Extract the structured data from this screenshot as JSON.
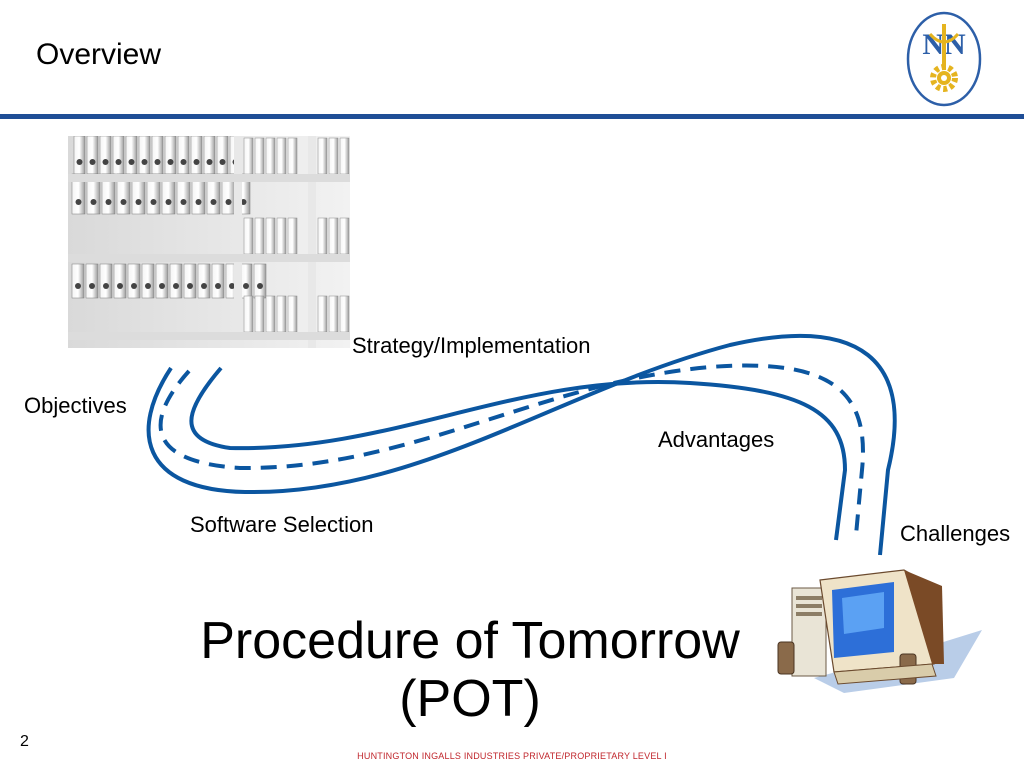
{
  "slide": {
    "title": "Overview",
    "page_number": "2",
    "footer": "HUNTINGTON INGALLS INDUSTRIES PRIVATE/PROPRIETARY LEVEL I"
  },
  "logo": {
    "letters": "NN",
    "colors": {
      "blue": "#2d5fa8",
      "gold": "#e5b41f"
    }
  },
  "diagram": {
    "labels": {
      "strategy": "Strategy/Implementation",
      "objectives": "Objectives",
      "advantages": "Advantages",
      "software": "Software Selection",
      "challenges": "Challenges"
    },
    "road_color": "#0b56a0"
  },
  "main": {
    "title_line1": "Procedure of Tomorrow",
    "title_line2": "(POT)"
  },
  "accent": {
    "rule": "#1f4e96",
    "footer": "#c0262c"
  }
}
